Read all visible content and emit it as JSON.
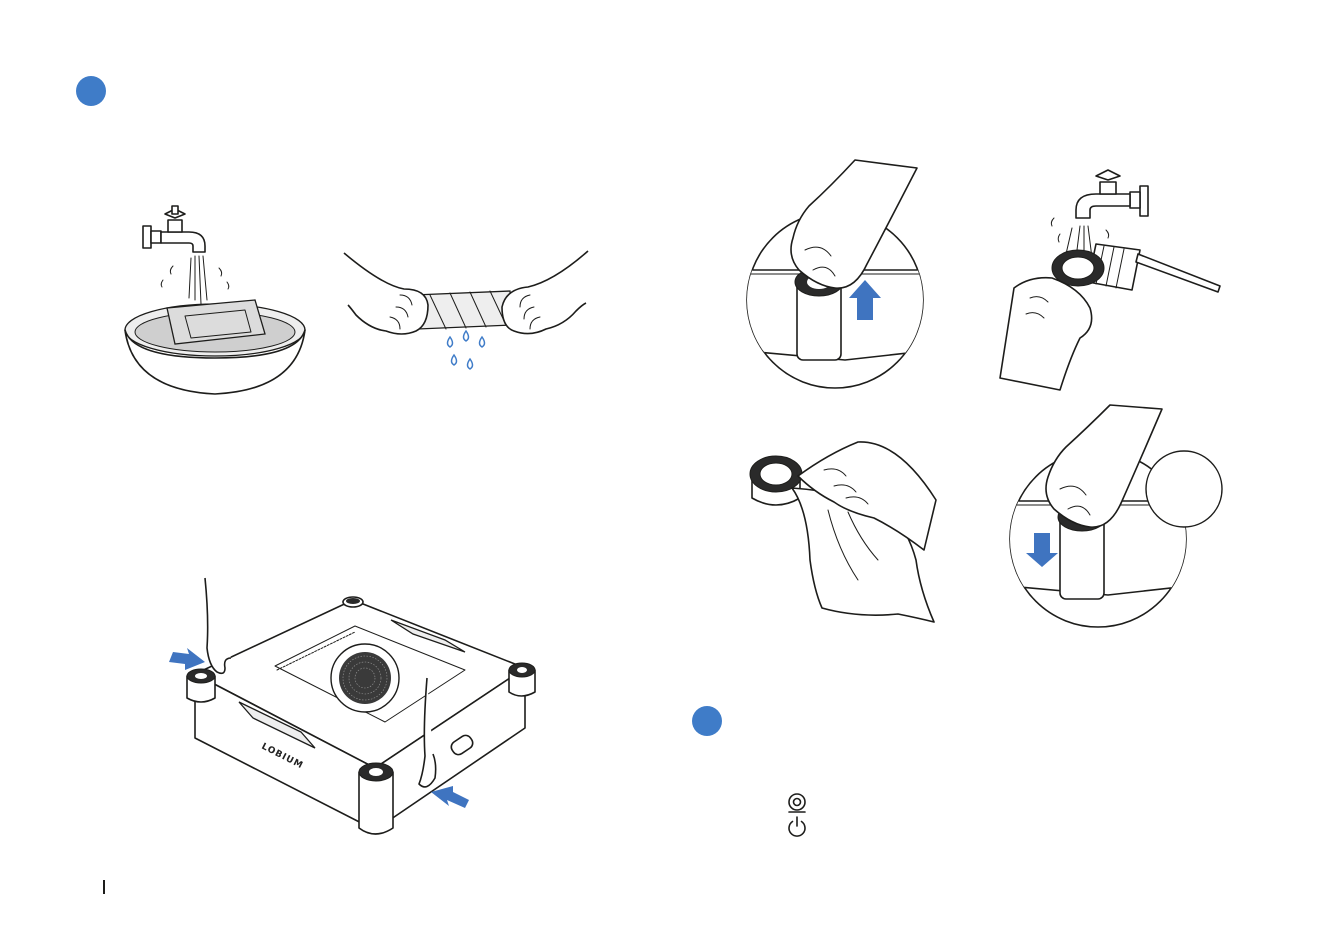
{
  "colors": {
    "accent": "#3f7cc8",
    "arrow": "#3f74c0"
  },
  "steps": [
    {
      "marker": "step-1-dot"
    },
    {
      "marker": "step-2-dot"
    }
  ],
  "product": {
    "brand_label": "LOBIUM"
  },
  "icons": {
    "mode_button": "mode-target-icon",
    "power_button": "power-icon"
  }
}
